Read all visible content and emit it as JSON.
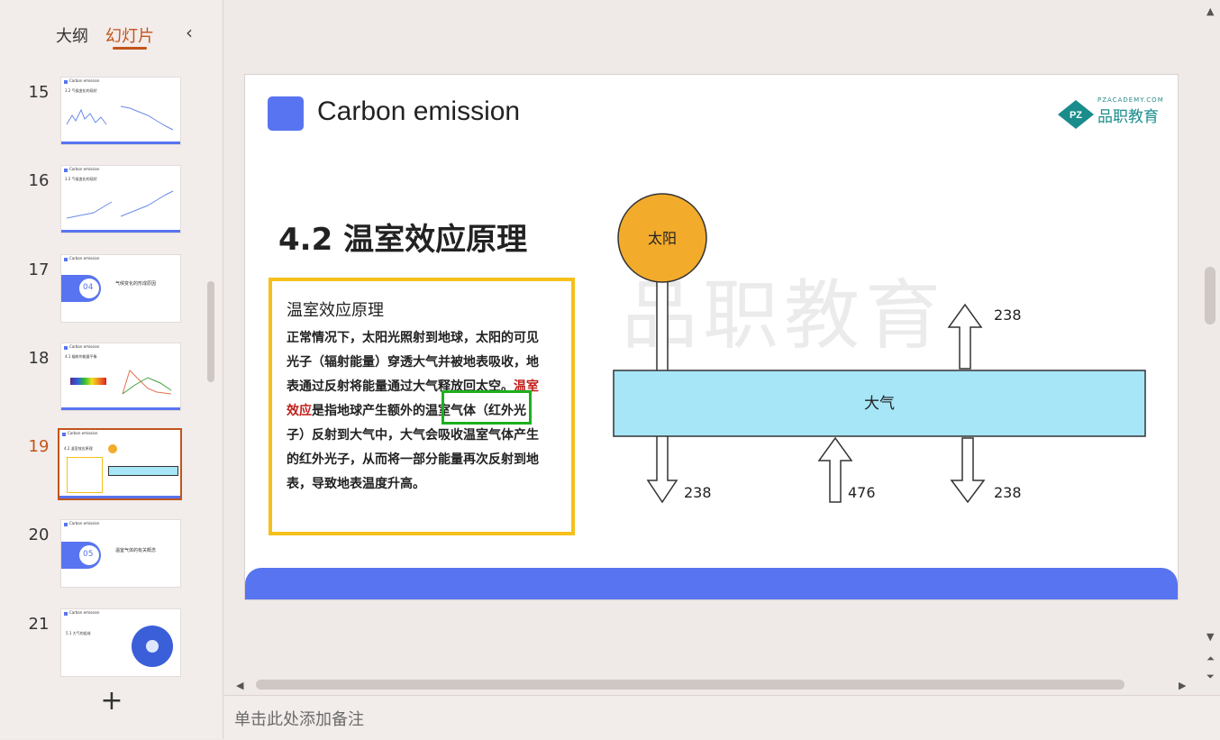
{
  "sidebar": {
    "tab_outline": "大纲",
    "tab_slides": "幻灯片",
    "collapse_icon": "chevron-left-icon",
    "add_icon": "plus-icon",
    "thumbnails": [
      {
        "num": "15",
        "title": "Carbon emission",
        "caption": "3.2 气候变化的现状"
      },
      {
        "num": "16",
        "title": "Carbon emission",
        "caption": "3.2 气候变化的现状"
      },
      {
        "num": "17",
        "title": "Carbon emission",
        "caption": "气候变化的形成原因",
        "badge": "04"
      },
      {
        "num": "18",
        "title": "Carbon emission",
        "caption": "4.1 辐射的能量平衡"
      },
      {
        "num": "19",
        "title": "Carbon emission",
        "caption": "4.2 温室效应原理"
      },
      {
        "num": "20",
        "title": "Carbon emission",
        "caption": "温室气体的有关概念",
        "badge": "05"
      },
      {
        "num": "21",
        "title": "Carbon emission",
        "caption": "5.1 大气的组成"
      }
    ],
    "active_slide": "19"
  },
  "slide": {
    "title": "Carbon emission",
    "logo_text": "品职教育",
    "logo_sub": "PZACADEMY.COM",
    "logo_mark": "PZ",
    "watermark": "品职教育",
    "heading": "4.2 温室效应原理",
    "box_title": "温室效应原理",
    "body_part1": "正常情况下，太阳光照射到地球，太阳的可见光子（辐射能量）穿透大气并被地表吸收，地表通过反射将能量通过大气释放回太空。",
    "body_red": "温室效应",
    "body_part2": "是指",
    "body_green": "地球产生额外",
    "body_part3": "的温室气体（红外光子）反射到大气中，大气会吸收温室气体产生的红外光子，从而将一部分能量再次反射到地表，导致地表温度升高。"
  },
  "diagram": {
    "sun": "太阳",
    "atmosphere": "大气",
    "arrow_up_right": "238",
    "arrow_down_left": "238",
    "arrow_up_middle": "476",
    "arrow_down_right": "238"
  },
  "notes": {
    "placeholder": "单击此处添加备注"
  },
  "colors": {
    "accent": "#5874f0",
    "active_tab": "#c3541a",
    "sun": "#f2ab2a",
    "atmosphere": "#a6e6f7",
    "highlight_box": "#f6c01a",
    "green_box": "#1db01d"
  }
}
